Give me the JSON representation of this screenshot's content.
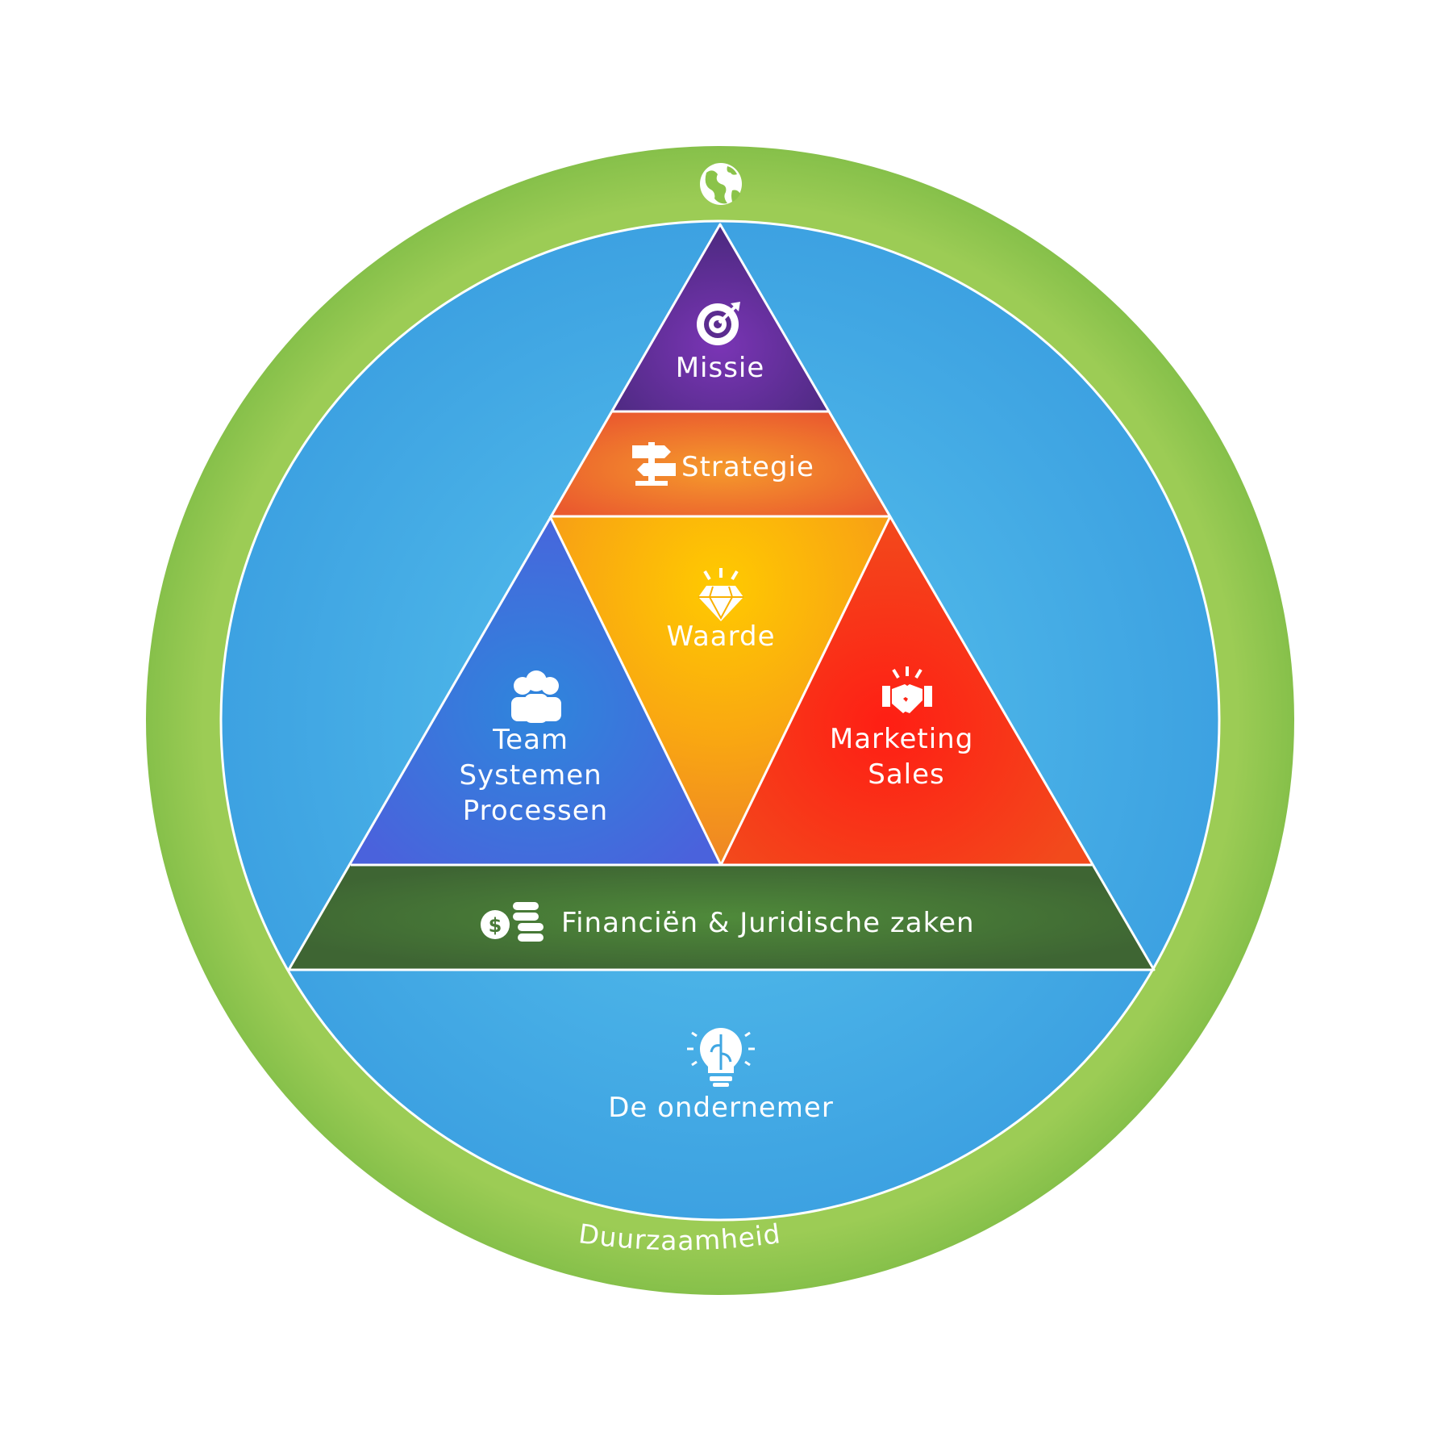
{
  "ring": {
    "label": "Duurzaamheid",
    "icon": "globe-icon",
    "color": "#8bc34a"
  },
  "base": {
    "label": "De ondernemer",
    "icon": "lightbulb-brain-icon",
    "color": "#3fa6e2"
  },
  "segments": {
    "missie": {
      "label": "Missie",
      "icon": "target-icon",
      "color": "#5b2c8f"
    },
    "strategie": {
      "label": "Strategie",
      "icon": "signpost-icon",
      "color": "#ee6b2d"
    },
    "waarde": {
      "label": "Waarde",
      "icon": "diamond-icon",
      "color": "#fbb800"
    },
    "team": {
      "lines": [
        "Team",
        "Systemen",
        "Processen"
      ],
      "icon": "people-icon",
      "color": "#3d6fd8"
    },
    "marketing": {
      "lines": [
        "Marketing",
        "Sales"
      ],
      "icon": "handshake-icon",
      "color": "#ff2418"
    },
    "financien": {
      "label": "Financiën & Juridische zaken",
      "icon": "coins-icon",
      "color": "#3f6a35"
    }
  }
}
